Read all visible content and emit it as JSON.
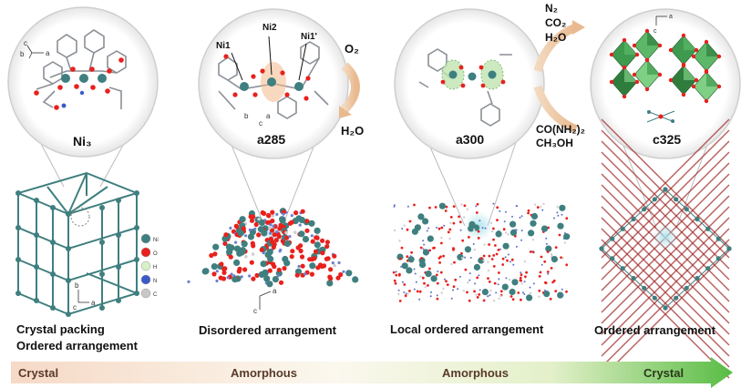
{
  "panels": [
    {
      "id": "ni3",
      "circle_label": "Ni₃",
      "caption_line1": "Crystal packing",
      "caption_line2": "Ordered arrangement",
      "axes": "b c a"
    },
    {
      "id": "a285",
      "circle_label": "a285",
      "caption_line1": "Disordered arrangement",
      "atom_labels": [
        "Ni1",
        "Ni2",
        "Ni1'"
      ],
      "axes": "b c a"
    },
    {
      "id": "a300",
      "circle_label": "a300",
      "caption_line1": "Local ordered arrangement"
    },
    {
      "id": "c325",
      "circle_label": "c325",
      "caption_line1": "Ordered arrangement",
      "axes": "a c"
    }
  ],
  "reactions": {
    "o2_in": "O₂",
    "h2o_out": "H₂O",
    "products": [
      "N₂",
      "CO₂",
      "H₂O"
    ],
    "reagents": [
      "CO(NH₂)₂",
      "CH₃OH"
    ]
  },
  "legend": [
    {
      "symbol": "Ni",
      "color": "#3f7f7f"
    },
    {
      "symbol": "O",
      "color": "#e8211d"
    },
    {
      "symbol": "H",
      "color": "#d9f0c8"
    },
    {
      "symbol": "N",
      "color": "#3a5ac8"
    },
    {
      "symbol": "C",
      "color": "#c8c8c8"
    }
  ],
  "axis_letters": {
    "b": "b",
    "c": "c",
    "a": "a"
  },
  "progress_bar": {
    "labels": [
      "Crystal",
      "Amorphous",
      "Amorphous",
      "Crystal"
    ],
    "colors": {
      "start": "#f6dccb",
      "mid": "#fbfbef",
      "end": "#5fbf4a"
    }
  }
}
